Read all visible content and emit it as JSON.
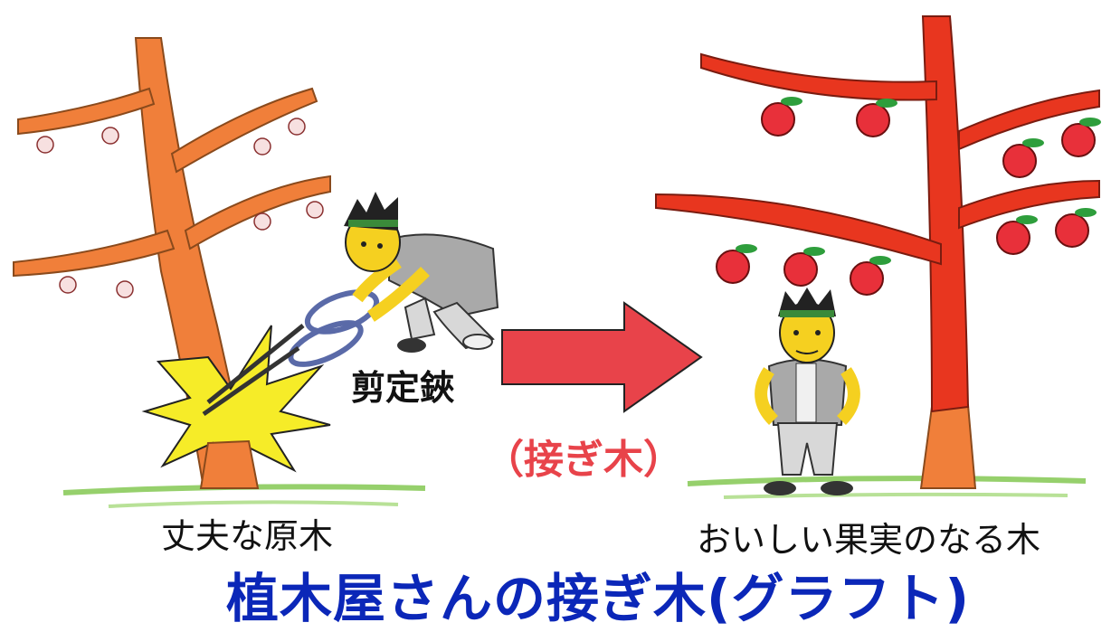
{
  "labels": {
    "shears": "剪定鋏",
    "rootstock": "丈夫な原木",
    "graft": "（接ぎ木）",
    "fruit_tree": "おいしい果実のなる木"
  },
  "caption": "植木屋さんの接ぎ木(グラフト)",
  "colors": {
    "rootstock_tree": "#f07f3a",
    "fruit_tree": "#e8361f",
    "arrow": "#e8434a",
    "apple": "#e8303a",
    "leaf": "#2e9e3c",
    "caption": "#0b27b8",
    "spark": "#f6ec28",
    "ground": "#7cc447"
  },
  "icons": [
    "tree-icon",
    "gardener-icon",
    "pruning-shears-icon",
    "arrow-right-icon",
    "apple-icon"
  ]
}
